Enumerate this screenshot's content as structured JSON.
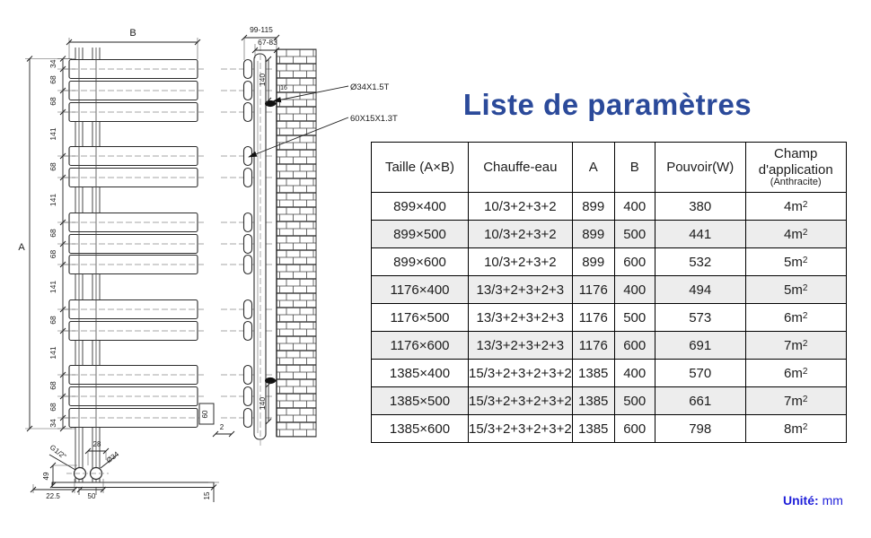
{
  "title": "Liste de paramètres",
  "unit_note": {
    "label": "Unité:",
    "value": "mm"
  },
  "table": {
    "headers": {
      "taille": "Taille (A×B)",
      "chauffe": "Chauffe-eau",
      "a": "A",
      "b": "B",
      "pouvoir": "Pouvoir(W)",
      "champ_line1": "Champ",
      "champ_line2": "d'application",
      "champ_line3": "(Anthracite)"
    },
    "rows": [
      {
        "taille": "899×400",
        "chauffe": "10/3+2+3+2",
        "a": "899",
        "b": "400",
        "pouvoir": "380",
        "champ": "4m",
        "champ_exp": "2"
      },
      {
        "taille": "899×500",
        "chauffe": "10/3+2+3+2",
        "a": "899",
        "b": "500",
        "pouvoir": "441",
        "champ": "4m",
        "champ_exp": "2"
      },
      {
        "taille": "899×600",
        "chauffe": "10/3+2+3+2",
        "a": "899",
        "b": "600",
        "pouvoir": "532",
        "champ": "5m",
        "champ_exp": "2"
      },
      {
        "taille": "1176×400",
        "chauffe": "13/3+2+3+2+3",
        "a": "1176",
        "b": "400",
        "pouvoir": "494",
        "champ": "5m",
        "champ_exp": "2"
      },
      {
        "taille": "1176×500",
        "chauffe": "13/3+2+3+2+3",
        "a": "1176",
        "b": "500",
        "pouvoir": "573",
        "champ": "6m",
        "champ_exp": "2"
      },
      {
        "taille": "1176×600",
        "chauffe": "13/3+2+3+2+3",
        "a": "1176",
        "b": "600",
        "pouvoir": "691",
        "champ": "7m",
        "champ_exp": "2"
      },
      {
        "taille": "1385×400",
        "chauffe": "15/3+2+3+2+3+2",
        "a": "1385",
        "b": "400",
        "pouvoir": "570",
        "champ": "6m",
        "champ_exp": "2"
      },
      {
        "taille": "1385×500",
        "chauffe": "15/3+2+3+2+3+2",
        "a": "1385",
        "b": "500",
        "pouvoir": "661",
        "champ": "7m",
        "champ_exp": "2"
      },
      {
        "taille": "1385×600",
        "chauffe": "15/3+2+3+2+3+2",
        "a": "1385",
        "b": "600",
        "pouvoir": "798",
        "champ": "8m",
        "champ_exp": "2"
      }
    ]
  },
  "drawing": {
    "front": {
      "dim_b": "B",
      "dim_a": "A",
      "chain": [
        "34",
        "68",
        "68",
        "141",
        "68",
        "141",
        "68",
        "68",
        "141",
        "68",
        "141",
        "68",
        "68",
        "34"
      ],
      "panel_height": "60"
    },
    "side": {
      "dim_top_outer": "99-115",
      "dim_top_inner": "67-83",
      "dim_bracket_top": "140",
      "dim_small": "16",
      "callout_tube": "Ø34X1.5T",
      "callout_panel": "60X15X1.3T",
      "dim_bracket_bottom": "140",
      "dim_bottom_gap": "2"
    },
    "detail": {
      "dim_28": "28",
      "thread": "G1/2\"",
      "diameter": "Ø34",
      "dim_49": "49",
      "dim_22_5": "22.5",
      "dim_50": "50",
      "dim_15": "15"
    }
  }
}
